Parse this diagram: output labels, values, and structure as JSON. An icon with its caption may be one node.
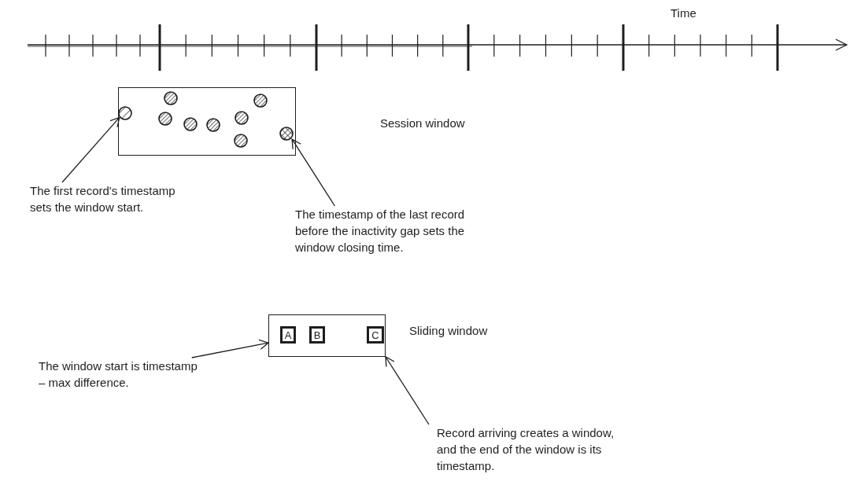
{
  "diagram": {
    "nodes": [
      {
        "text": [],
        "shape": "box"
      },
      {
        "text": [],
        "shape": "circle",
        "in": 0
      },
      {
        "text": [],
        "shape": "circle",
        "in": 0
      },
      {
        "text": [],
        "shape": "circle",
        "in": 0
      },
      {
        "text": [],
        "shape": "circle",
        "in": 0
      },
      {
        "text": [],
        "shape": "circle",
        "in": 0
      },
      {
        "text": [],
        "shape": "circle",
        "in": 0
      },
      {
        "text": [],
        "shape": "circle",
        "in": 0
      },
      {
        "text": [],
        "shape": "circle",
        "in": 0
      },
      {
        "text": [],
        "shape": "circle",
        "in": 0
      },
      {
        "text": [
          "The first record's timestamp sets the window start."
        ]
      },
      {
        "text": [
          "The timestamp of the last record before the inactivity gap sets the window closing time."
        ]
      },
      {
        "text": [],
        "shape": "box"
      },
      {
        "text": [
          "A"
        ],
        "in": 12
      },
      {
        "text": [
          "B"
        ],
        "in": 12
      },
      {
        "text": [
          "C"
        ],
        "in": 12
      },
      {
        "text": [
          "The window start is timestamp – max difference."
        ]
      },
      {
        "text": [
          "Record arriving creates a window, and the end of the window is its timestamp."
        ]
      }
    ],
    "edges": [
      {
        "from": 10,
        "to": 1,
        "arrow": "to"
      },
      {
        "from": 11,
        "to": 9,
        "arrow": "to"
      },
      {
        "from": 16,
        "to": 12,
        "arrow": "to"
      },
      {
        "from": 17,
        "to": 12,
        "arrow": "to"
      }
    ],
    "labels": [
      "Time",
      "Session window",
      "Sliding window"
    ]
  }
}
